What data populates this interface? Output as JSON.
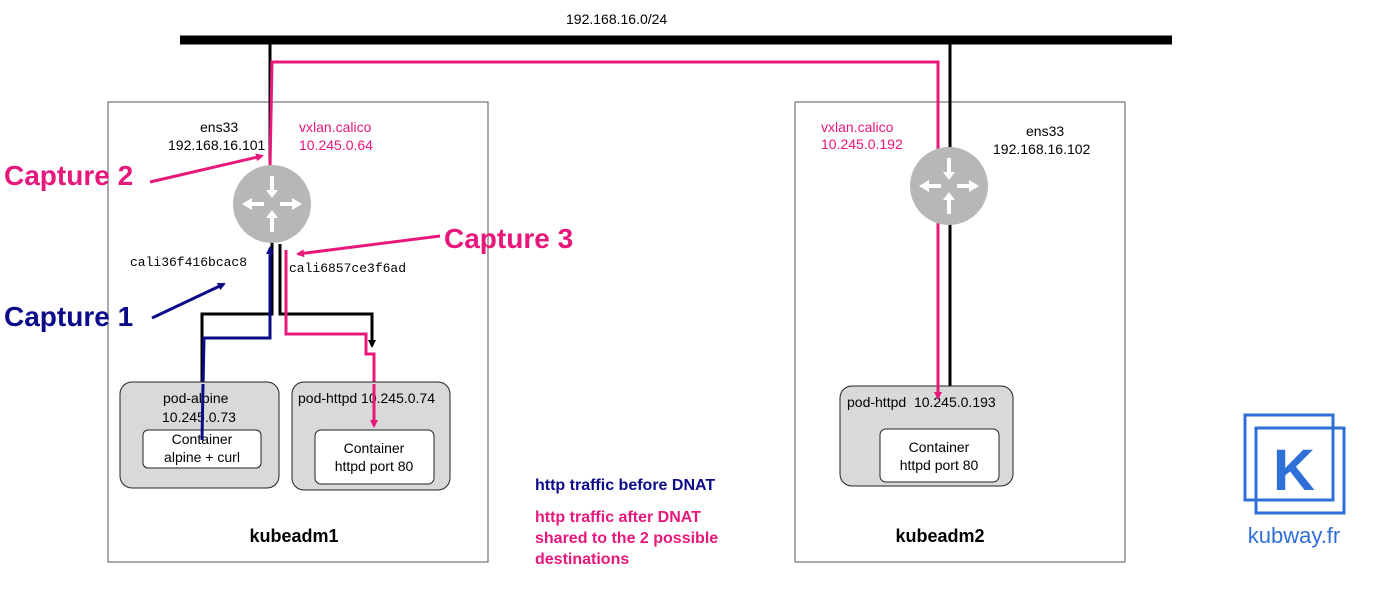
{
  "colors": {
    "pink": "#e8177b",
    "navy": "#0b0b8a",
    "blue_logo": "#2f6fd8",
    "router_gray": "#b7b7b7",
    "pod_fill": "#d9d9d9",
    "black": "#000000"
  },
  "network": {
    "label": "192.168.16.0/24"
  },
  "node1": {
    "name": "kubeadm1",
    "ens_label": "ens33",
    "ens_ip": "192.168.16.101",
    "vxlan_label": "vxlan.calico",
    "vxlan_ip": "10.245.0.64",
    "cali_alpine": "cali36f416bcac8",
    "cali_httpd": "cali6857ce3f6ad",
    "pod_alpine": {
      "name": "pod-alpine",
      "ip": "10.245.0.73",
      "container_line1": "Container",
      "container_line2": "alpine + curl"
    },
    "pod_httpd": {
      "title": "pod-httpd 10.245.0.74",
      "container_line1": "Container",
      "container_line2": "httpd port 80"
    }
  },
  "node2": {
    "name": "kubeadm2",
    "ens_label": "ens33",
    "ens_ip": "192.168.16.102",
    "vxlan_label": "vxlan.calico",
    "vxlan_ip": "10.245.0.192",
    "pod_httpd": {
      "title": "pod-httpd  10.245.0.193",
      "container_line1": "Container",
      "container_line2": "httpd port 80"
    }
  },
  "captures": {
    "c1": "Capture 1",
    "c2": "Capture 2",
    "c3": "Capture 3"
  },
  "legend": {
    "before": "http traffic before DNAT",
    "after_line1": "http traffic after DNAT",
    "after_line2": "shared to the 2 possible",
    "after_line3": "destinations"
  },
  "logo": {
    "letter": "K",
    "text": "kubway.fr"
  },
  "icons": [
    "router-icon",
    "kubway-logo"
  ]
}
